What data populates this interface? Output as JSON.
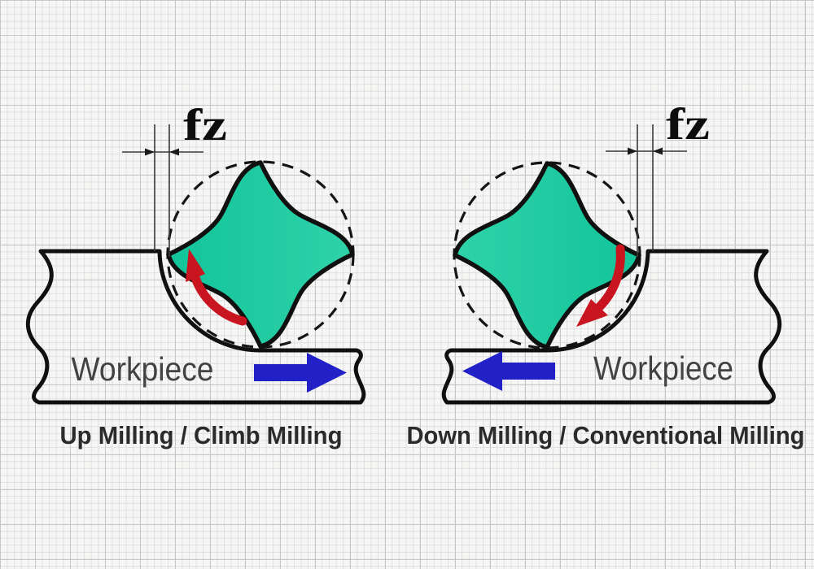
{
  "colors": {
    "cutter_fill": "#12c49a",
    "cutter_fill_light": "#2fd2a9",
    "outline": "#101010",
    "rotation_arrow_red": "#c8151f",
    "feed_arrow_blue": "#2221c8",
    "title_text": "#2b2b2b",
    "workpiece_text": "#424242"
  },
  "diagrams": [
    {
      "title": "Up Milling / Climb Milling",
      "workpiece_label": "Workpiece",
      "dimension_label": "fz"
    },
    {
      "title": "Down Milling / Conventional Milling",
      "workpiece_label": "Workpiece",
      "dimension_label": "fz"
    }
  ]
}
